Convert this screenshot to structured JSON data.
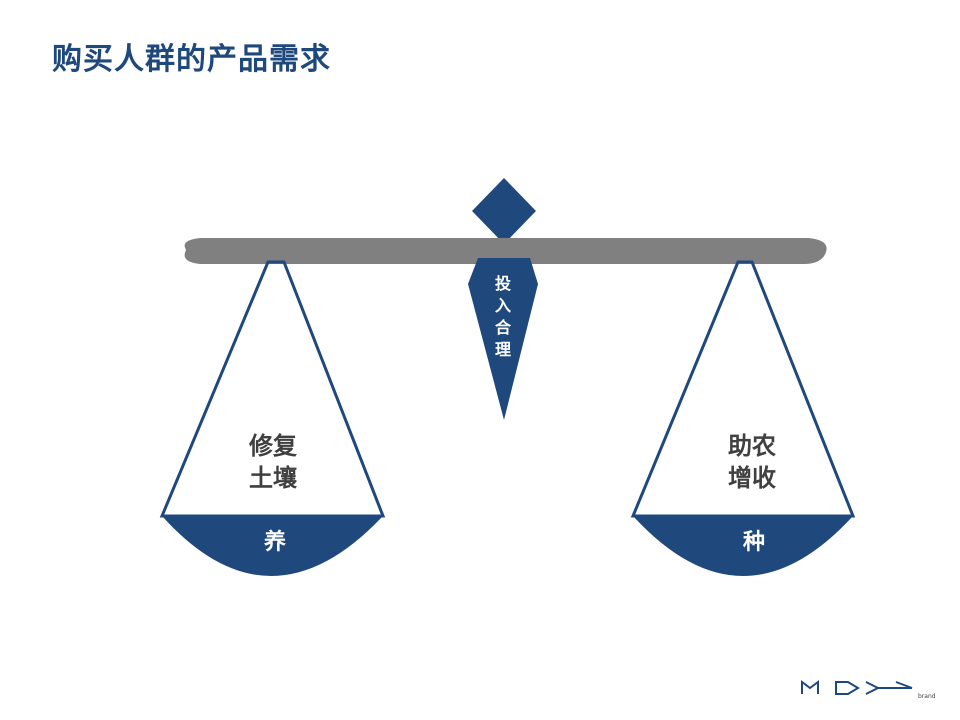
{
  "slide": {
    "title": "购买人群的产品需求"
  },
  "balance": {
    "pointer_label": [
      "投",
      "入",
      "合",
      "理"
    ],
    "left_pan": {
      "label_lines": [
        "修复",
        "土壤"
      ],
      "base_label": "养"
    },
    "right_pan": {
      "label_lines": [
        "助农",
        "增收"
      ],
      "base_label": "种"
    }
  },
  "logo": {
    "caption": "brand"
  },
  "colors": {
    "primary": "#1f497d",
    "beam": "#808080",
    "text_dark": "#404040",
    "white": "#ffffff"
  }
}
